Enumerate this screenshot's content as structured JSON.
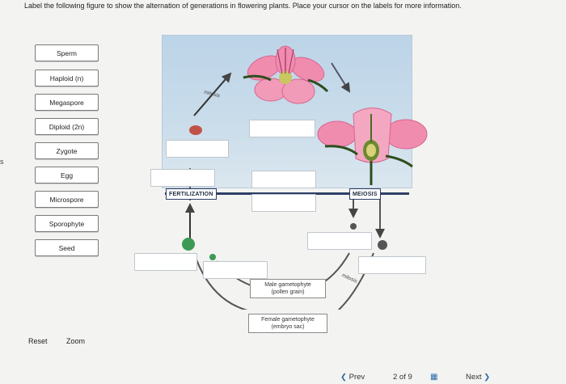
{
  "instructions": "Label the following figure to show the alternation of generations in flowering plants. Place your cursor on the labels for more information.",
  "edge_mark": "s",
  "labels": [
    "Sperm",
    "Haploid (n)",
    "Megaspore",
    "Diploid (2n)",
    "Zygote",
    "Egg",
    "Microspore",
    "Sporophyte",
    "Seed"
  ],
  "controls": {
    "reset": "Reset",
    "zoom": "Zoom"
  },
  "figure": {
    "fertilization": "FERTILIZATION",
    "meiosis": "MEIOSIS",
    "mitosis": "mitosis",
    "male_gametophyte": "Male gametophyte\n(pollen grain)",
    "female_gametophyte": "Female gametophyte\n(embryo sac)"
  },
  "footer": {
    "prev": "Prev",
    "page": "2 of 9",
    "next": "Next",
    "prev_icon": "chevron-left-icon",
    "next_icon": "chevron-right-icon",
    "grid_icon": "grid-icon"
  },
  "colors": {
    "petal": "#f08cae",
    "band": "#2e3f66",
    "accent": "#2a6ea8"
  }
}
